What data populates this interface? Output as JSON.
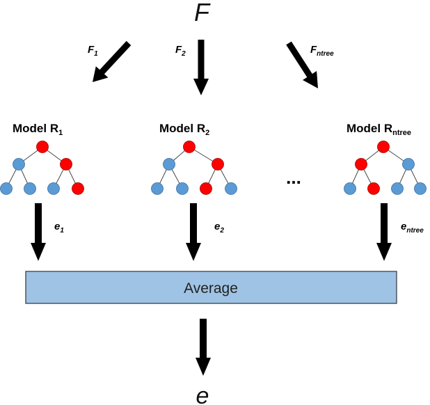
{
  "diagram": {
    "input_label": "F",
    "output_label": "e",
    "ellipsis": "...",
    "average_label": "Average",
    "feature_subsets": [
      {
        "base": "F",
        "sub": "1"
      },
      {
        "base": "F",
        "sub": "2"
      },
      {
        "base": "F",
        "sub": "ntree"
      }
    ],
    "models": [
      {
        "prefix": "Model R",
        "sub": "1"
      },
      {
        "prefix": "Model R",
        "sub": "2"
      },
      {
        "prefix": "Model R",
        "sub": "ntree"
      }
    ],
    "errors": [
      {
        "base": "e",
        "sub": "1"
      },
      {
        "base": "e",
        "sub": "2"
      },
      {
        "base": "e",
        "sub": "ntree"
      }
    ]
  },
  "colors": {
    "node_blue": "#5b9bd5",
    "node_red": "#ff0000",
    "arrow": "#000000",
    "average_fill": "#9fc3e4",
    "average_border": "#333333"
  },
  "icons": {
    "blue_node": "circle-filled",
    "red_node": "circle-filled",
    "arrow": "arrow-down"
  }
}
